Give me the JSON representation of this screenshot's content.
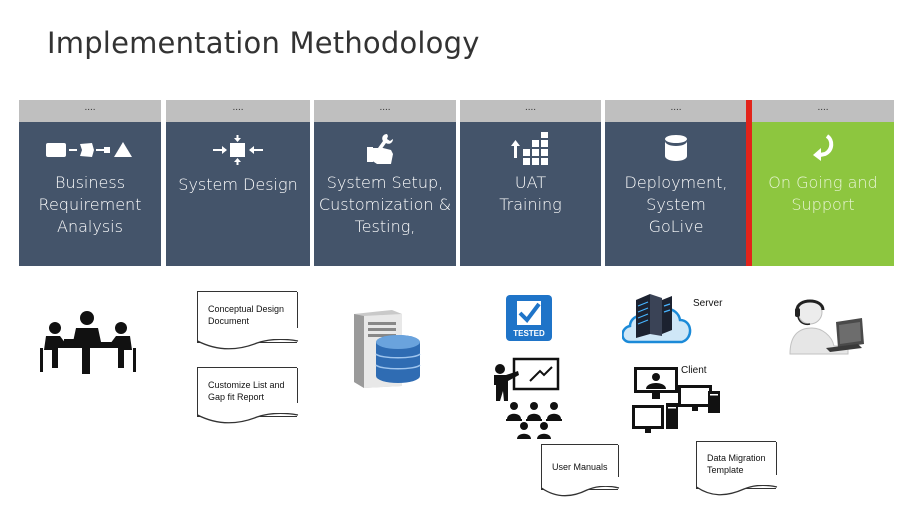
{
  "title": "Implementation Methodology",
  "phases": [
    {
      "tab": "....",
      "label": "Business Requirement Analysis",
      "icon": "process-flow-icon"
    },
    {
      "tab": "....",
      "label": "System Design",
      "icon": "arrows-to-center-icon"
    },
    {
      "tab": "....",
      "label": "System Setup, Customization  & Testing,",
      "icon": "hand-wrench-icon"
    },
    {
      "tab": "....",
      "label": "UAT Training",
      "icon": "ascending-blocks-icon"
    },
    {
      "tab": "....",
      "label": "Deployment, System GoLive",
      "icon": "database-icon"
    },
    {
      "tab": "....",
      "label": "On Going and Support",
      "icon": "return-arrow-icon"
    }
  ],
  "colors": {
    "phase_bg": "#44546a",
    "phase_tab": "#bfbfbf",
    "support_bg": "#8dc63f",
    "divider": "#e2241b"
  },
  "deliverables": {
    "conceptual_design": "Conceptual Design Document",
    "gap_fit": "Customize List and Gap fit Report",
    "tested_badge": "TESTED",
    "user_manuals": "User Manuals",
    "server": "Server",
    "client": "Client",
    "data_migration": "Data Migration Template"
  }
}
